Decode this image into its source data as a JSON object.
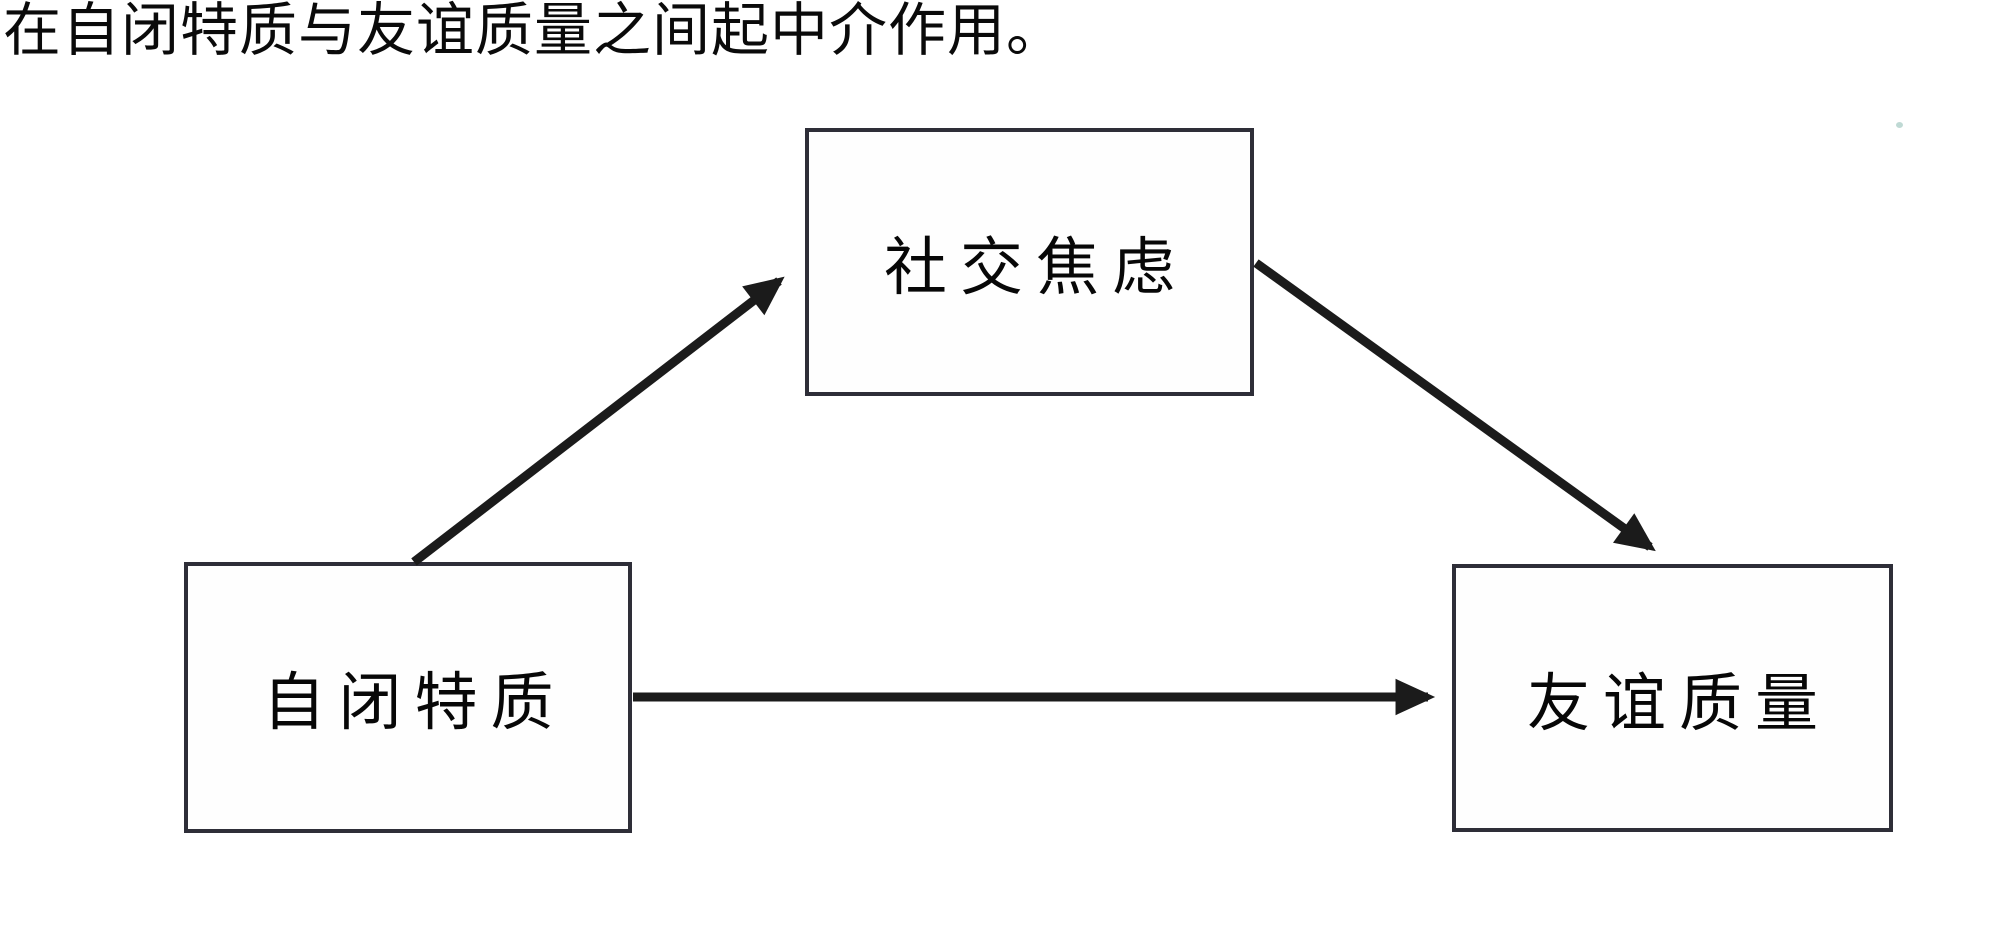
{
  "caption": {
    "text": "在自闭特质与友谊质量之间起中介作用。"
  },
  "diagram": {
    "type": "mediation-model",
    "nodes": [
      {
        "id": "autistic-traits",
        "label": "自闭特质",
        "role": "predictor",
        "position": "bottom-left"
      },
      {
        "id": "social-anxiety",
        "label": "社交焦虑",
        "role": "mediator",
        "position": "top-center"
      },
      {
        "id": "friendship-quality",
        "label": "友谊质量",
        "role": "outcome",
        "position": "bottom-right"
      }
    ],
    "edges": [
      {
        "from": "自闭特质",
        "to": "社交焦虑",
        "style": "solid-arrow"
      },
      {
        "from": "社交焦虑",
        "to": "友谊质量",
        "style": "solid-arrow"
      },
      {
        "from": "自闭特质",
        "to": "友谊质量",
        "style": "solid-arrow"
      }
    ],
    "colors": {
      "background": "#ffffff",
      "box_border": "#2e2e38",
      "arrow": "#1b1b1b",
      "text": "#070707",
      "artifact_dot": "#9cc4bd"
    }
  }
}
